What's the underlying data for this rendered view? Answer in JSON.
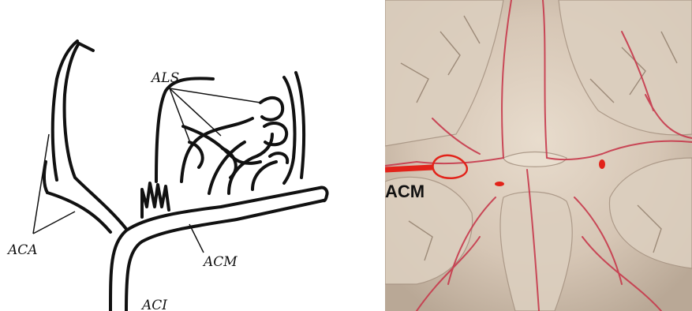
{
  "diagram": {
    "labels": {
      "als": "ALS",
      "aca": "ACA",
      "acm": "ACM",
      "aci": "ACI"
    }
  },
  "photo": {
    "label": "ACM",
    "colors": {
      "background": "#d9cbbd",
      "vessel": "#c7394c",
      "highlight": "#e2231a"
    }
  }
}
